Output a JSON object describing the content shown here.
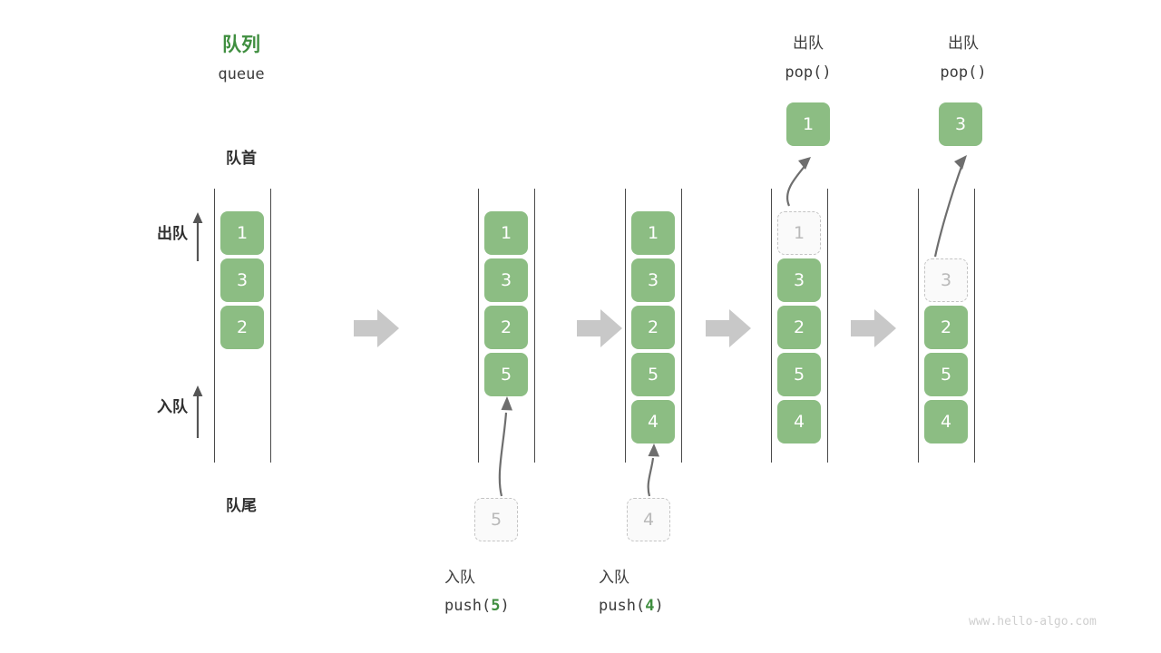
{
  "diagram": {
    "title_cn": "队列",
    "title_en": "queue",
    "front_label": "队首",
    "rear_label": "队尾",
    "dequeue_label": "出队",
    "enqueue_label": "入队",
    "watermark": "www.hello-algo.com",
    "colors": {
      "box_fill": "#8cbd83",
      "box_text": "#ffffff",
      "ghost_fill": "#fafafa",
      "ghost_border": "#c4c4c4",
      "ghost_text": "#b9b9b9",
      "rail": "#4a4a4a",
      "step_arrow": "#c8c8c8",
      "accent_green": "#3f8e3f",
      "text": "#3c3c3c",
      "watermark": "#cfcfcf"
    }
  },
  "steps": [
    {
      "id": "initial",
      "caption_cn": "",
      "caption_code": "",
      "items": [
        "1",
        "3",
        "2"
      ],
      "ghost_index": -1
    },
    {
      "id": "push-5",
      "caption_cn": "入队",
      "caption_code_prefix": "push(",
      "caption_code_arg": "5",
      "caption_code_suffix": ")",
      "items": [
        "1",
        "3",
        "2",
        "5"
      ],
      "incoming_value": "5",
      "ghost_index": -1
    },
    {
      "id": "push-4",
      "caption_cn": "入队",
      "caption_code_prefix": "push(",
      "caption_code_arg": "4",
      "caption_code_suffix": ")",
      "items": [
        "1",
        "3",
        "2",
        "5",
        "4"
      ],
      "incoming_value": "4",
      "ghost_index": -1
    },
    {
      "id": "pop-1",
      "header_cn": "出队",
      "header_code": "pop()",
      "popped_value": "1",
      "items": [
        "1",
        "3",
        "2",
        "5",
        "4"
      ],
      "ghost_index": 0
    },
    {
      "id": "pop-3",
      "header_cn": "出队",
      "header_code": "pop()",
      "popped_value": "3",
      "items": [
        "",
        "3",
        "2",
        "5",
        "4"
      ],
      "ghost_index": 1
    }
  ]
}
